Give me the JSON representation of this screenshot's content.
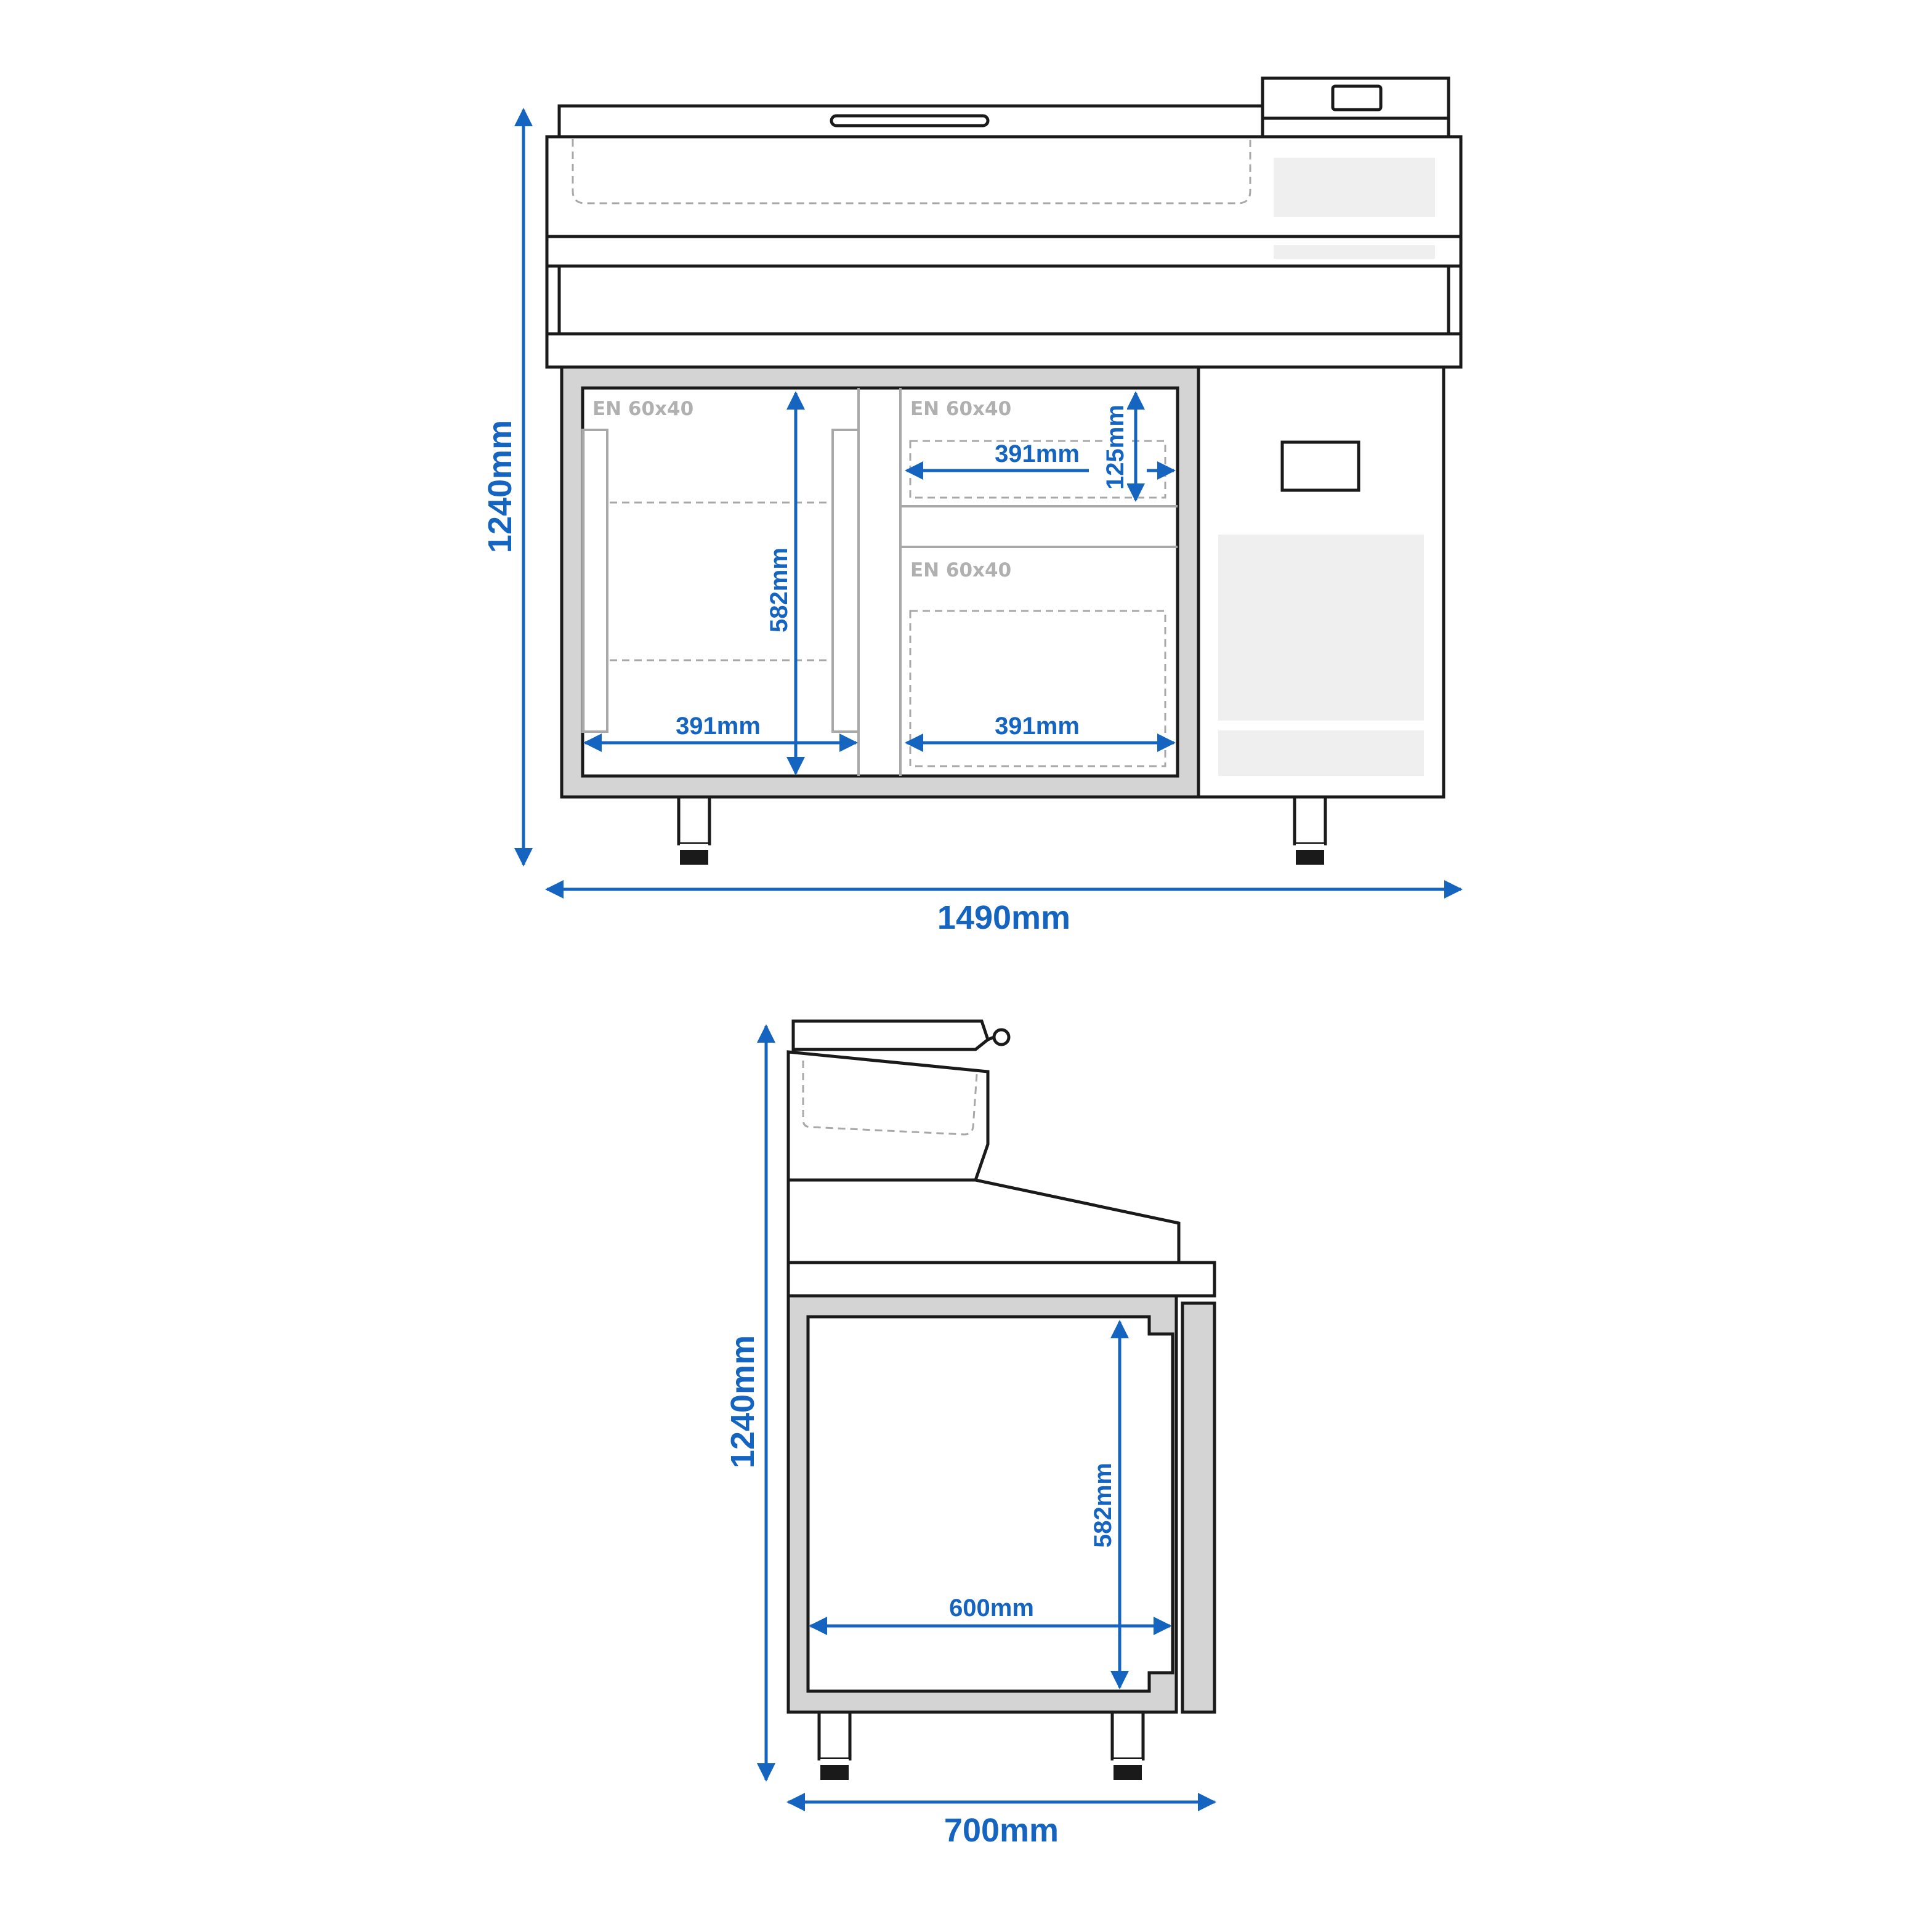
{
  "front_view": {
    "height_label": "1240mm",
    "width_label": "1490mm",
    "left_compartment": {
      "gn_label": "EN 60x40",
      "height_label": "582mm",
      "width_label": "391mm"
    },
    "right_top_compartment": {
      "gn_label": "EN 60x40",
      "width_label": "391mm",
      "height_label": "125mm"
    },
    "right_bottom_compartment": {
      "gn_label": "EN 60x40",
      "width_label": "391mm"
    }
  },
  "side_view": {
    "height_label": "1240mm",
    "depth_label": "700mm",
    "inner_height_label": "582mm",
    "inner_depth_label": "600mm"
  },
  "colors": {
    "dimension": "#1565c0",
    "outline": "#1a1a1a",
    "panel": "#d4d4d4",
    "hint": "#a8a8a8"
  }
}
